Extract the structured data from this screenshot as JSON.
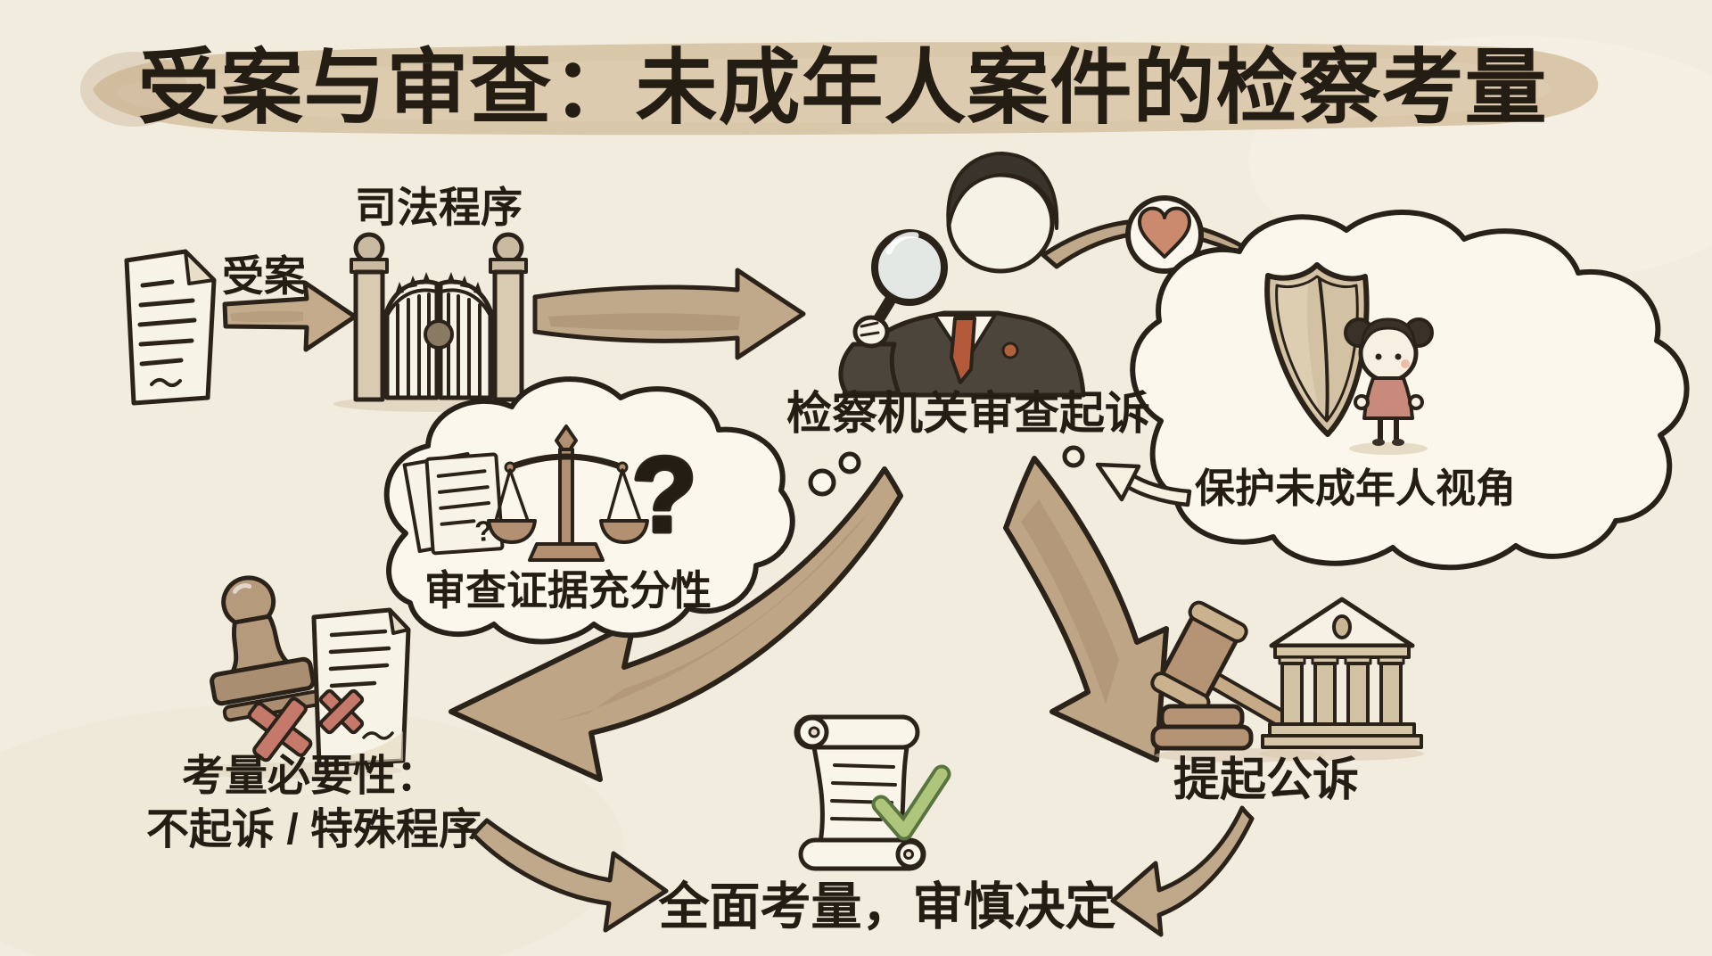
{
  "title": "受案与审查：未成年人案件的检察考量",
  "nodes": {
    "case_file": {
      "icon": "document-icon"
    },
    "acceptance_arrow": {
      "label": "受案"
    },
    "judicial_gate": {
      "label": "司法程序",
      "icon": "gate-icon"
    },
    "prosecutor": {
      "label": "检察机关审查起诉",
      "icon": "prosecutor-magnifier-icon"
    },
    "protect_minors": {
      "label": "保护未成年人视角",
      "icons": [
        "shield-icon",
        "girl-icon",
        "heart-icon"
      ]
    },
    "evidence_review": {
      "label": "审查证据充分性",
      "icons": [
        "evidence-documents-icon",
        "scale-icon",
        "question-mark-icon"
      ],
      "question_glyph": "?",
      "doc_question_glyph": "?"
    },
    "necessity": {
      "label_line1": "考量必要性：",
      "label_line2": "不起诉 / 特殊程序",
      "icons": [
        "stamp-icon",
        "rejected-document-icon",
        "x-mark-icon"
      ]
    },
    "prosecution": {
      "label": "提起公诉",
      "icons": [
        "gavel-icon",
        "courthouse-icon"
      ]
    },
    "decision": {
      "label": "全面考量，审慎决定",
      "icons": [
        "scroll-icon",
        "check-icon"
      ]
    }
  },
  "edges": [
    {
      "from": "case-file",
      "to": "judicial-gate",
      "label": "受案"
    },
    {
      "from": "judicial-gate",
      "to": "prosecutor"
    },
    {
      "from": "prosecutor",
      "to": "protect-minors",
      "via": "heart-icon"
    },
    {
      "from": "protect-minors",
      "to": "prosecutor"
    },
    {
      "from": "prosecutor",
      "to": "evidence-review",
      "style": "thought-bubbles"
    },
    {
      "from": "prosecutor",
      "to": "necessity"
    },
    {
      "from": "prosecutor",
      "to": "prosecution"
    },
    {
      "from": "necessity",
      "to": "decision"
    },
    {
      "from": "prosecution",
      "to": "decision"
    }
  ],
  "colors": {
    "background": "#f2ecdf",
    "ink_outline": "#2b231a",
    "text": "#241d14",
    "title_brush_stroke": "#d7c3a4",
    "arrow_tan": "#c0a88a",
    "arrow_tan_dark": "#a2876a",
    "cloud_fill": "#fbf7ec",
    "paper_fill": "#f8f3e7",
    "wood_tan": "#b29071",
    "heart_red": "#cb8a6e",
    "x_mark_red": "#c4796a",
    "girl_dress": "#c98a7c",
    "suit_gray": "#4b453b",
    "tie_red": "#b4593a",
    "check_green": "#adc67c",
    "lens_blue": "#e2e7e4"
  }
}
